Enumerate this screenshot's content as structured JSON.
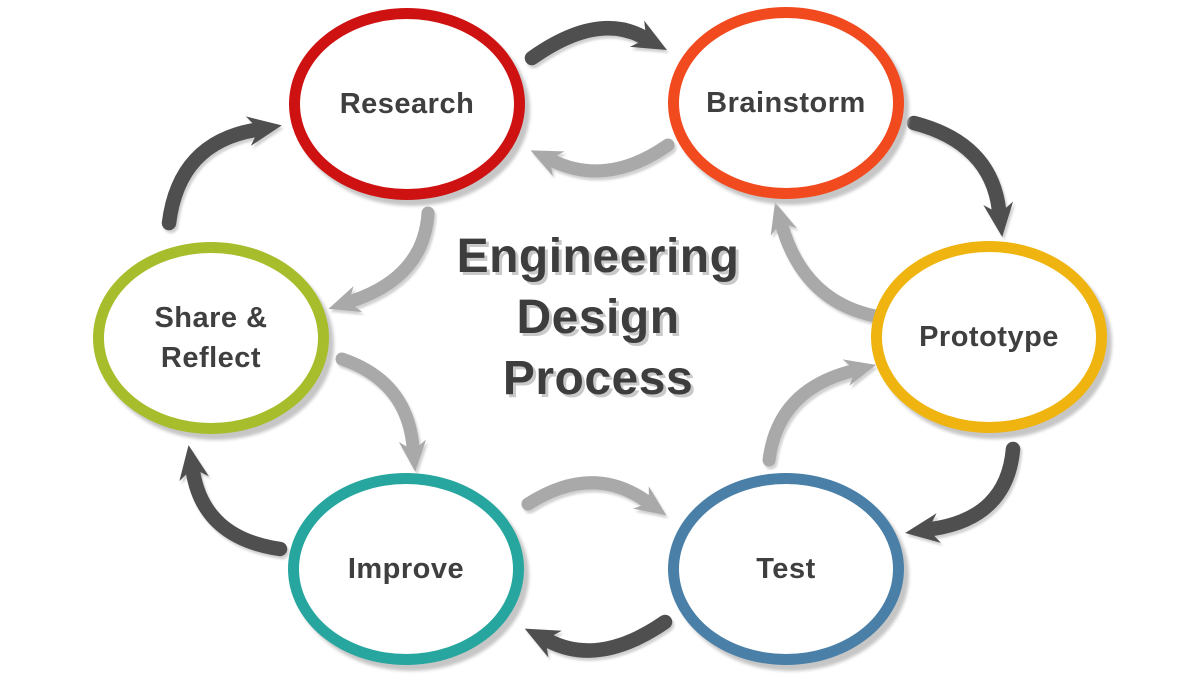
{
  "title": {
    "line1": "Engineering",
    "line2": "Design",
    "line3": "Process",
    "text_color": "#3d3d3d",
    "shadow_color": "#c9c9c9"
  },
  "diagram_type": "cycle",
  "nodes": [
    {
      "id": "research",
      "label": "Research",
      "ring_color": "#ce1212"
    },
    {
      "id": "brainstorm",
      "label": "Brainstorm",
      "ring_color": "#f24a1f"
    },
    {
      "id": "prototype",
      "label": "Prototype",
      "ring_color": "#efb40f"
    },
    {
      "id": "test",
      "label": "Test",
      "ring_color": "#4a80a8"
    },
    {
      "id": "improve",
      "label": "Improve",
      "ring_color": "#26a69e"
    },
    {
      "id": "share_reflect",
      "label": "Share & Reflect",
      "ring_color": "#a8bd2b"
    }
  ],
  "arrows": {
    "forward_color": "#4f4f4f",
    "reverse_color": "#a9a9a9",
    "forward_pairs": [
      {
        "from": "Research",
        "to": "Brainstorm"
      },
      {
        "from": "Brainstorm",
        "to": "Prototype"
      },
      {
        "from": "Prototype",
        "to": "Test"
      },
      {
        "from": "Test",
        "to": "Improve"
      },
      {
        "from": "Improve",
        "to": "Share & Reflect"
      },
      {
        "from": "Share & Reflect",
        "to": "Research"
      }
    ],
    "reverse_pairs": [
      {
        "from": "Brainstorm",
        "to": "Research"
      },
      {
        "from": "Research",
        "to": "Share & Reflect"
      },
      {
        "from": "Share & Reflect",
        "to": "Improve"
      },
      {
        "from": "Improve",
        "to": "Test"
      },
      {
        "from": "Test",
        "to": "Prototype"
      },
      {
        "from": "Prototype",
        "to": "Brainstorm"
      }
    ]
  }
}
